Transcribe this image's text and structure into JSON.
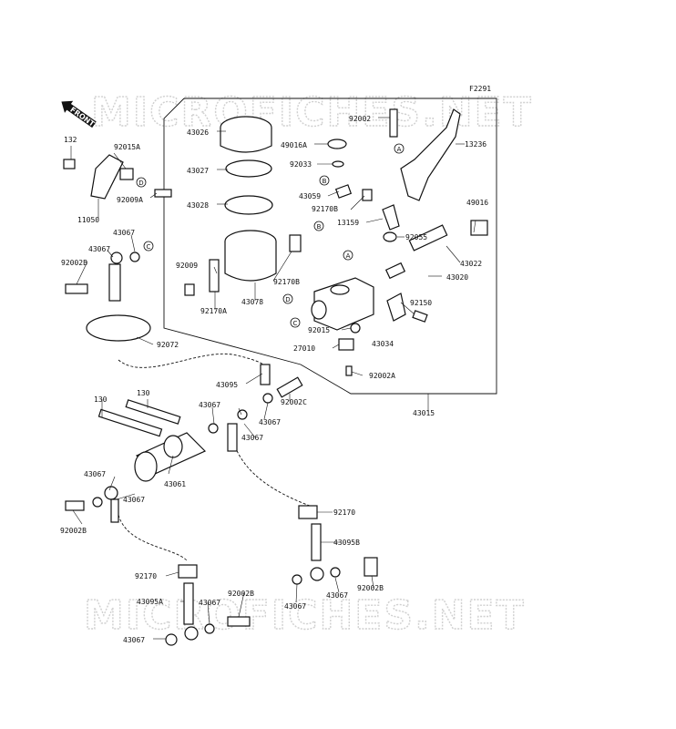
{
  "figure_code": "F2291",
  "watermark": "MICROFICHES.NET",
  "front_label": "FRONT",
  "parts": [
    {
      "id": "p-43026",
      "label": "43026"
    },
    {
      "id": "p-43027",
      "label": "43027"
    },
    {
      "id": "p-43028",
      "label": "43028"
    },
    {
      "id": "p-49016a",
      "label": "49016A"
    },
    {
      "id": "p-92033",
      "label": "92033"
    },
    {
      "id": "p-92002-top",
      "label": "92002"
    },
    {
      "id": "p-13236",
      "label": "13236"
    },
    {
      "id": "p-43059",
      "label": "43059"
    },
    {
      "id": "p-92170b-top",
      "label": "92170B"
    },
    {
      "id": "p-13159",
      "label": "13159"
    },
    {
      "id": "p-92055",
      "label": "92055"
    },
    {
      "id": "p-49016",
      "label": "49016"
    },
    {
      "id": "p-43022",
      "label": "43022"
    },
    {
      "id": "p-43020",
      "label": "43020"
    },
    {
      "id": "p-92009",
      "label": "92009"
    },
    {
      "id": "p-92170b-mid",
      "label": "92170B"
    },
    {
      "id": "p-43078",
      "label": "43078"
    },
    {
      "id": "p-92170a",
      "label": "92170A"
    },
    {
      "id": "p-92150",
      "label": "92150"
    },
    {
      "id": "p-92015",
      "label": "92015"
    },
    {
      "id": "p-43034",
      "label": "43034"
    },
    {
      "id": "p-27010",
      "label": "27010"
    },
    {
      "id": "p-92002a",
      "label": "92002A"
    },
    {
      "id": "p-43015",
      "label": "43015"
    },
    {
      "id": "p-132",
      "label": "132"
    },
    {
      "id": "p-92015a",
      "label": "92015A"
    },
    {
      "id": "p-92009a",
      "label": "92009A"
    },
    {
      "id": "p-11050",
      "label": "11050"
    },
    {
      "id": "p-43067-a",
      "label": "43067"
    },
    {
      "id": "p-43067-b",
      "label": "43067"
    },
    {
      "id": "p-92002b-a",
      "label": "92002B"
    },
    {
      "id": "p-92072",
      "label": "92072"
    },
    {
      "id": "p-43095",
      "label": "43095"
    },
    {
      "id": "p-92002c",
      "label": "92002C"
    },
    {
      "id": "p-43067-c",
      "label": "43067"
    },
    {
      "id": "p-43067-d",
      "label": "43067"
    },
    {
      "id": "p-43067-e",
      "label": "43067"
    },
    {
      "id": "p-130-a",
      "label": "130"
    },
    {
      "id": "p-130-b",
      "label": "130"
    },
    {
      "id": "p-43061",
      "label": "43061"
    },
    {
      "id": "p-43067-f",
      "label": "43067"
    },
    {
      "id": "p-43067-g",
      "label": "43067"
    },
    {
      "id": "p-92002b-b",
      "label": "92002B"
    },
    {
      "id": "p-92170-a",
      "label": "92170"
    },
    {
      "id": "p-43095b",
      "label": "43095B"
    },
    {
      "id": "p-92170-b",
      "label": "92170"
    },
    {
      "id": "p-92002b-c",
      "label": "92002B"
    },
    {
      "id": "p-43067-h",
      "label": "43067"
    },
    {
      "id": "p-43067-i",
      "label": "43067"
    },
    {
      "id": "p-43095a",
      "label": "43095A"
    },
    {
      "id": "p-43067-j",
      "label": "43067"
    },
    {
      "id": "p-92002b-d",
      "label": "92002B"
    },
    {
      "id": "p-43067-k",
      "label": "43067"
    }
  ],
  "callouts": {
    "a": "A",
    "b": "B",
    "c": "C",
    "d": "D"
  }
}
